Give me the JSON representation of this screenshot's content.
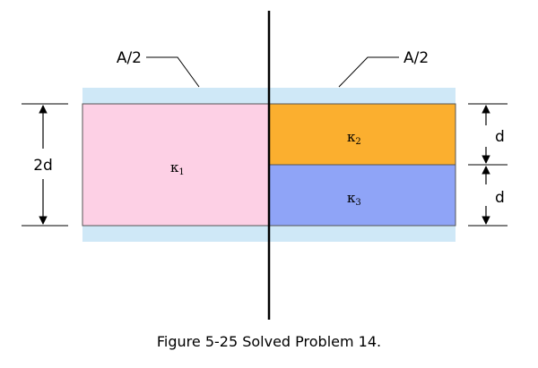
{
  "figure": {
    "label_area_left": "A/2",
    "label_area_right": "A/2",
    "label_total_gap": "2d",
    "label_gap_top": "d",
    "label_gap_bottom": "d",
    "dielectrics": {
      "k1": {
        "symbol": "κ",
        "subscript": "1"
      },
      "k2": {
        "symbol": "κ",
        "subscript": "2"
      },
      "k3": {
        "symbol": "κ",
        "subscript": "3"
      }
    },
    "colors": {
      "plate": "#cfe8f7",
      "k1": "#fdd0e5",
      "k2": "#fbaf2f",
      "k3": "#8fa4f7"
    },
    "caption": "Figure 5-25 Solved Problem 14."
  }
}
